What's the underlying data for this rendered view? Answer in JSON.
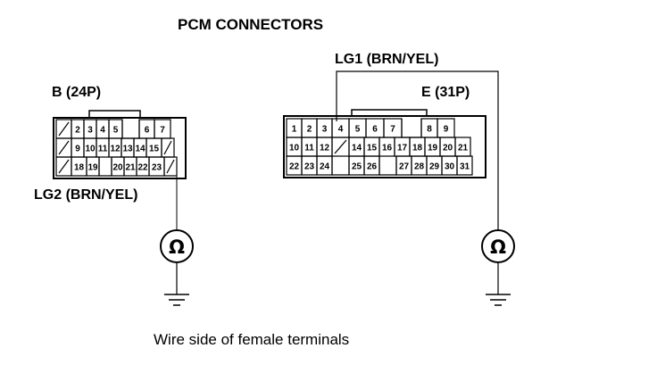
{
  "title": "PCM CONNECTORS",
  "caption": "Wire side of female terminals",
  "connector_b": {
    "label": "B (24P)",
    "wire_label": "LG2 (BRN/YEL)",
    "rows": [
      [
        "",
        "2",
        "3",
        "4",
        "5",
        "",
        "6",
        "7"
      ],
      [
        "",
        "9",
        "10",
        "11",
        "12",
        "13",
        "14",
        "15",
        ""
      ],
      [
        "",
        "18",
        "19",
        "",
        "20",
        "21",
        "22",
        "23",
        ""
      ]
    ]
  },
  "connector_e": {
    "label": "E (31P)",
    "wire_label": "LG1 (BRN/YEL)",
    "rows": [
      [
        "1",
        "2",
        "3",
        "4",
        "5",
        "6",
        "7",
        "",
        "8",
        "9"
      ],
      [
        "10",
        "11",
        "12",
        "",
        "14",
        "15",
        "16",
        "17",
        "18",
        "19",
        "20",
        "21"
      ],
      [
        "22",
        "23",
        "24",
        "",
        "25",
        "26",
        "",
        "27",
        "28",
        "29",
        "30",
        "31"
      ]
    ]
  },
  "meter_symbol": "Ω",
  "icons": [
    "ohmmeter-icon",
    "ground-icon"
  ]
}
